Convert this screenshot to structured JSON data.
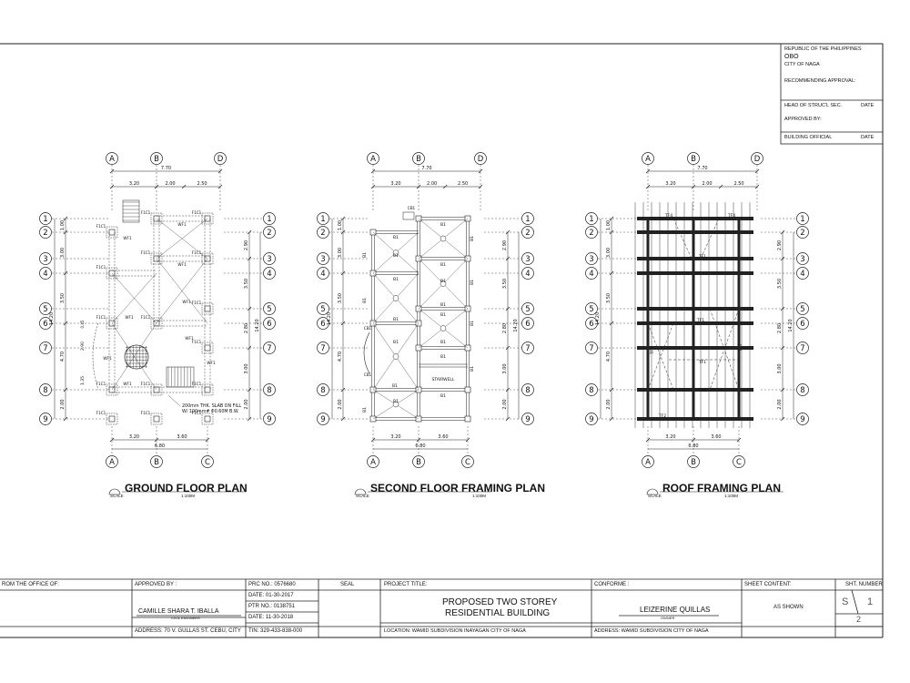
{
  "approval_box": {
    "republic": "REPUBLIC OF THE PHILIPPINES",
    "office": "OBO",
    "city": "CITY OF NAGA",
    "recommending": "RECOMMENDING APPROVAL:",
    "head": "HEAD OF STRUC'L SEC.",
    "date1": "DATE",
    "approved_by": "APPROVED BY:",
    "official": "BUILDING OFFICIAL",
    "date2": "DATE"
  },
  "plans": [
    {
      "title": "GROUND FLOOR PLAN",
      "scale_label": "SCALE",
      "scale": "1:100M"
    },
    {
      "title": "SECOND FLOOR  FRAMING PLAN",
      "scale_label": "SCALE",
      "scale": "1:100M"
    },
    {
      "title": "ROOF FRAMING PLAN",
      "scale_label": "SCALE",
      "scale": "1:100M"
    }
  ],
  "grid": {
    "cols_top": [
      "A",
      "B",
      "D"
    ],
    "cols_bottom": [
      "A",
      "B",
      "C"
    ],
    "rows": [
      "1",
      "2",
      "3",
      "4",
      "5",
      "6",
      "7",
      "8",
      "9"
    ],
    "dims_top": [
      "3.20",
      "2.00",
      "2.50"
    ],
    "dim_top_total": "7.70",
    "dims_bottom": [
      "3.20",
      "3.60"
    ],
    "dim_bottom_total": "6.80",
    "dims_left": [
      "1.00",
      "3.00",
      "3.50",
      "4.70",
      "2.00"
    ],
    "dim_left_total": "14.20",
    "dims_right": [
      "2.90",
      "3.50",
      "2.80",
      "3.00",
      "2.00"
    ],
    "dim_right_total": "14.20"
  },
  "ground_labels": {
    "f1c1": "F1C1",
    "wf1": "WF1",
    "slab_note_1": "200mm THK. SLAB ON FILL",
    "slab_note_2": "W/ 100mm# Φ0.60M B.W.",
    "small_dims": [
      "2.90",
      "1.35",
      "0.45"
    ]
  },
  "second_labels": {
    "b1": "B1",
    "cb1": "CB1",
    "stairwell": "STAIRWELL"
  },
  "roof_labels": {
    "tf1": "TF1",
    "tf2": "TF2",
    "tf3": "TF3",
    "tf4": "TF4"
  },
  "title_block": {
    "from_office": "ROM THE OFFICE OF:",
    "approved_by": "APPROVED BY :",
    "engineer_name": "CAMILLE SHARA T. IBALLA",
    "engineer_role": "CIVIL  ENGINEER",
    "address": "ADDRESS:  70 V. GULLAS ST. CEBU, CITY",
    "prc": "PRC NO.: 0576680",
    "date1": "DATE:   01-30-2017",
    "ptr": "PTR NO.: 0138751",
    "date2": "DATE:   11-30-2018",
    "tin": "TIN:   329-433-838-000",
    "seal": "SEAL",
    "project_title_label": "PROJECT TITLE:",
    "project_title_1": "PROPOSED TWO STOREY",
    "project_title_2": "RESIDENTIAL BUILDING",
    "location": "LOCATION:  WAMID SUBDIVISION INAYAGAN CITY OF NAGA",
    "conforme": "CONFORME :",
    "owner_name": "LEIZERINE QUILLAS",
    "owner_role": "OWNER",
    "owner_address": "ADDRESS: WAMID SUBDIVISION CITY OF NAGA",
    "sheet_content_label": "SHEET CONTENT:",
    "sheet_content": "AS SHOWN",
    "sheet_number_label": "SHT. NUMBER",
    "sheet_letter": "S",
    "sheet_number": "1",
    "sheet_total": "2"
  }
}
